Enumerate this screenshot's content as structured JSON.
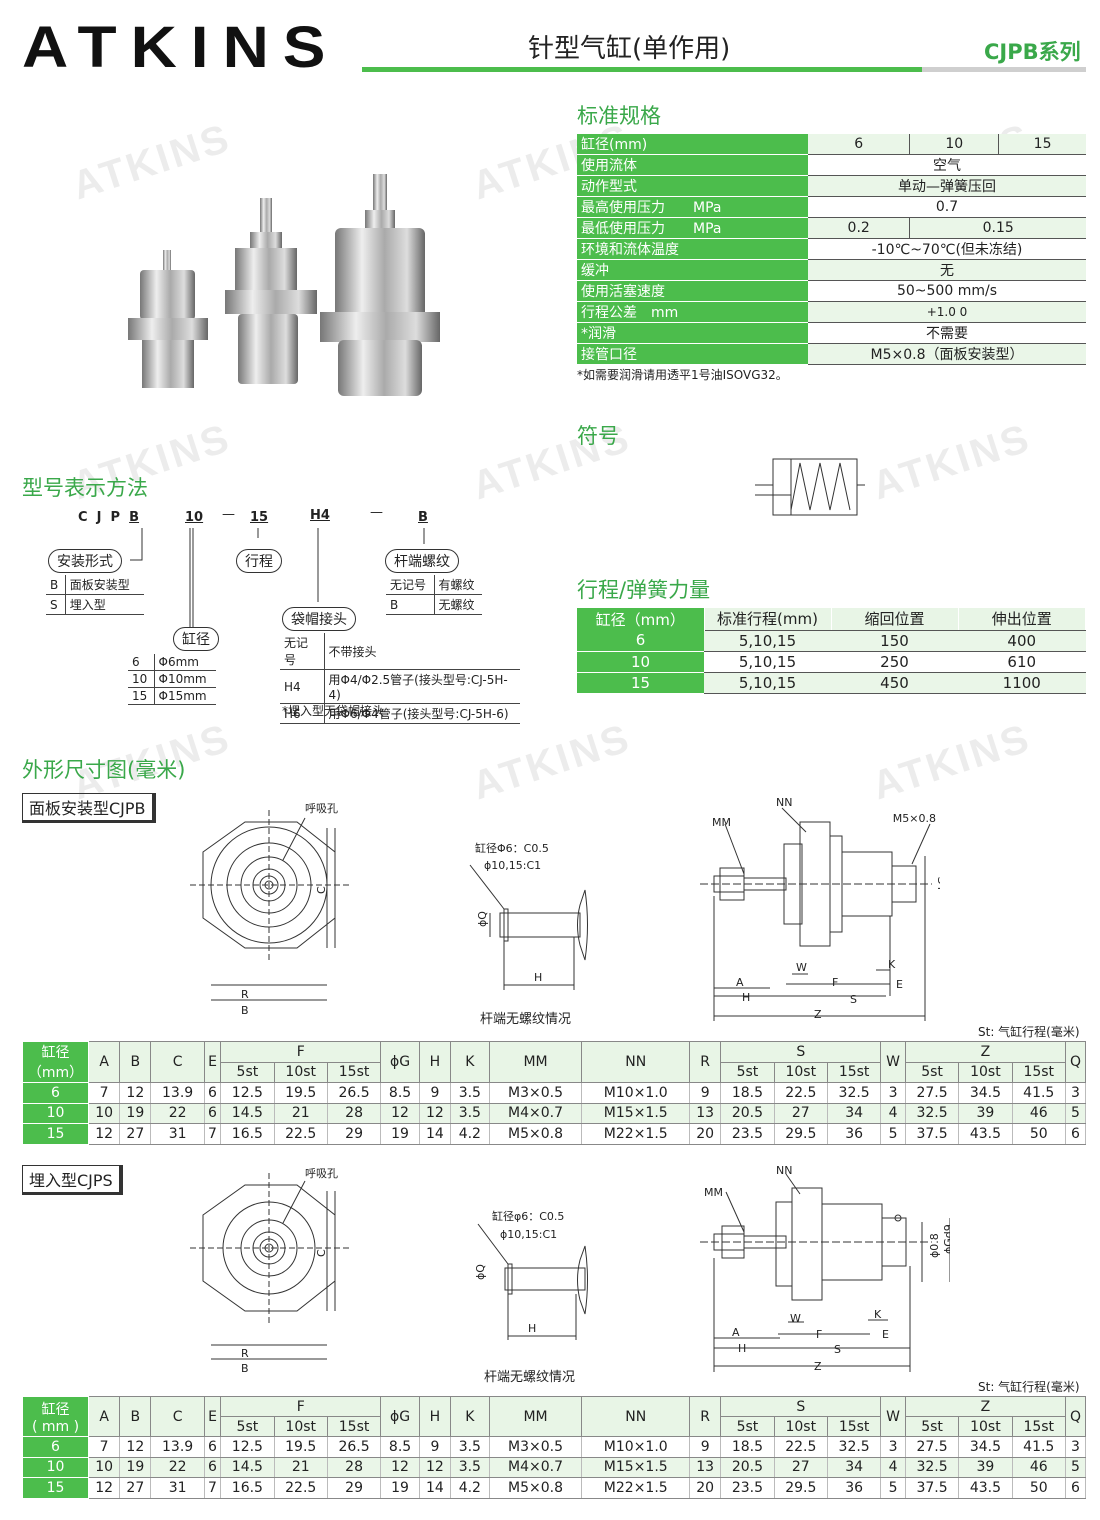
{
  "header": {
    "brand": "ATKINS",
    "title": "针型气缸(单作用)",
    "series": "CJPB系列"
  },
  "watermark": "ATKINS",
  "spec": {
    "heading": "标准规格",
    "rows": [
      {
        "label": "缸径(mm)",
        "values": [
          "6",
          "10",
          "15"
        ]
      },
      {
        "label": "使用流体",
        "values": [
          "空气"
        ]
      },
      {
        "label": "动作型式",
        "values": [
          "单动—弹簧压回"
        ]
      },
      {
        "label": "最高使用压力　　MPa",
        "values": [
          "0.7"
        ]
      },
      {
        "label": "最低使用压力　　MPa",
        "values": [
          "0.2",
          "0.15"
        ]
      },
      {
        "label": "环境和流体温度",
        "values": [
          "-10℃~70℃(但未冻结)"
        ]
      },
      {
        "label": "缓冲",
        "values": [
          "无"
        ]
      },
      {
        "label": "使用活塞速度",
        "values": [
          "50~500 mm/s"
        ]
      },
      {
        "label": "行程公差　mm",
        "values": [
          "+1.0 0"
        ]
      },
      {
        "label": "*润滑",
        "values": [
          "不需要"
        ]
      },
      {
        "label": "接管口径",
        "values": [
          "M5×0.8（面板安装型）"
        ]
      }
    ],
    "note": "*如需要润滑请用透平1号油ISOVG32。"
  },
  "symbol": {
    "heading": "符号"
  },
  "model": {
    "heading": "型号表示方法",
    "code": [
      "C",
      "J",
      "P",
      "B",
      "10",
      "—",
      "15",
      "H4",
      "—",
      "B"
    ],
    "mount": {
      "title": "安装形式",
      "rows": [
        [
          "B",
          "面板安装型"
        ],
        [
          "S",
          "埋入型"
        ]
      ]
    },
    "stroke": {
      "title": "行程"
    },
    "bore": {
      "title": "缸径",
      "rows": [
        [
          "6",
          "Φ6mm"
        ],
        [
          "10",
          "Φ10mm"
        ],
        [
          "15",
          "Φ15mm"
        ]
      ]
    },
    "cap": {
      "title": "袋帽接头",
      "rows": [
        [
          "无记号",
          "不带接头"
        ],
        [
          "H4",
          "用Φ4/Φ2.5管子(接头型号:CJ-5H-4)"
        ],
        [
          "H6",
          "用Φ6/Φ4管子(接头型号:CJ-5H-6)"
        ]
      ],
      "note": "*埋入型无袋帽接头"
    },
    "rodthread": {
      "title": "杆端螺纹",
      "rows": [
        [
          "无记号",
          "有螺纹"
        ],
        [
          "B",
          "无螺纹"
        ]
      ]
    }
  },
  "spring": {
    "heading": "行程/弹簧力量",
    "headers": [
      "缸径（mm）",
      "标准行程(mm)",
      "缩回位置",
      "伸出位置"
    ],
    "rows": [
      [
        "6",
        "5,10,15",
        "150",
        "400"
      ],
      [
        "10",
        "5,10,15",
        "250",
        "610"
      ],
      [
        "15",
        "5,10,15",
        "450",
        "1100"
      ]
    ]
  },
  "dims": {
    "heading": "外形尺寸图(毫米)",
    "panel_title": "面板安装型CJPB",
    "embed_title": "埋入型CJPS",
    "breath": "呼吸孔",
    "rod_note": "杆端无螺纹情况",
    "chamfer1": "缸径Φ6：C0.5",
    "chamfer2": "ϕ10,15:C1",
    "chamfer1b": "缸径φ6：C0.5",
    "chamfer2b": "ϕ10,15:C1",
    "st_note": "St: 气缸行程(毫米)",
    "labels": {
      "mm": "MM",
      "nn": "NN",
      "m5": "M5×0.8",
      "a": "A",
      "h": "H",
      "w": "W",
      "f": "F",
      "s": "S",
      "k": "K",
      "e": "E",
      "z": "Z",
      "r": "R",
      "b": "B",
      "c": "C",
      "q": "ϕQ",
      "g": "ϕG",
      "gd9": "ϕGd9",
      "d08": "ϕ0.8"
    },
    "headers": {
      "bore": "缸径",
      "bore_unit": "（mm）",
      "bore_unit2": "( mm )",
      "A": "A",
      "B": "B",
      "C": "C",
      "E": "E",
      "F": "F",
      "G": "ϕG",
      "H": "H",
      "K": "K",
      "MM": "MM",
      "NN": "NN",
      "R": "R",
      "S": "S",
      "W": "W",
      "Z": "Z",
      "Q": "Q",
      "st5": "5st",
      "st10": "10st",
      "st15": "15st"
    },
    "rows": [
      [
        "6",
        "7",
        "12",
        "13.9",
        "6",
        "12.5",
        "19.5",
        "26.5",
        "8.5",
        "9",
        "3.5",
        "M3×0.5",
        "M10×1.0",
        "9",
        "18.5",
        "22.5",
        "32.5",
        "3",
        "27.5",
        "34.5",
        "41.5",
        "3"
      ],
      [
        "10",
        "10",
        "19",
        "22",
        "6",
        "14.5",
        "21",
        "28",
        "12",
        "12",
        "3.5",
        "M4×0.7",
        "M15×1.5",
        "13",
        "20.5",
        "27",
        "34",
        "4",
        "32.5",
        "39",
        "46",
        "5"
      ],
      [
        "15",
        "12",
        "27",
        "31",
        "7",
        "16.5",
        "22.5",
        "29",
        "19",
        "14",
        "4.2",
        "M5×0.8",
        "M22×1.5",
        "20",
        "23.5",
        "29.5",
        "36",
        "5",
        "37.5",
        "43.5",
        "50",
        "6"
      ]
    ]
  }
}
